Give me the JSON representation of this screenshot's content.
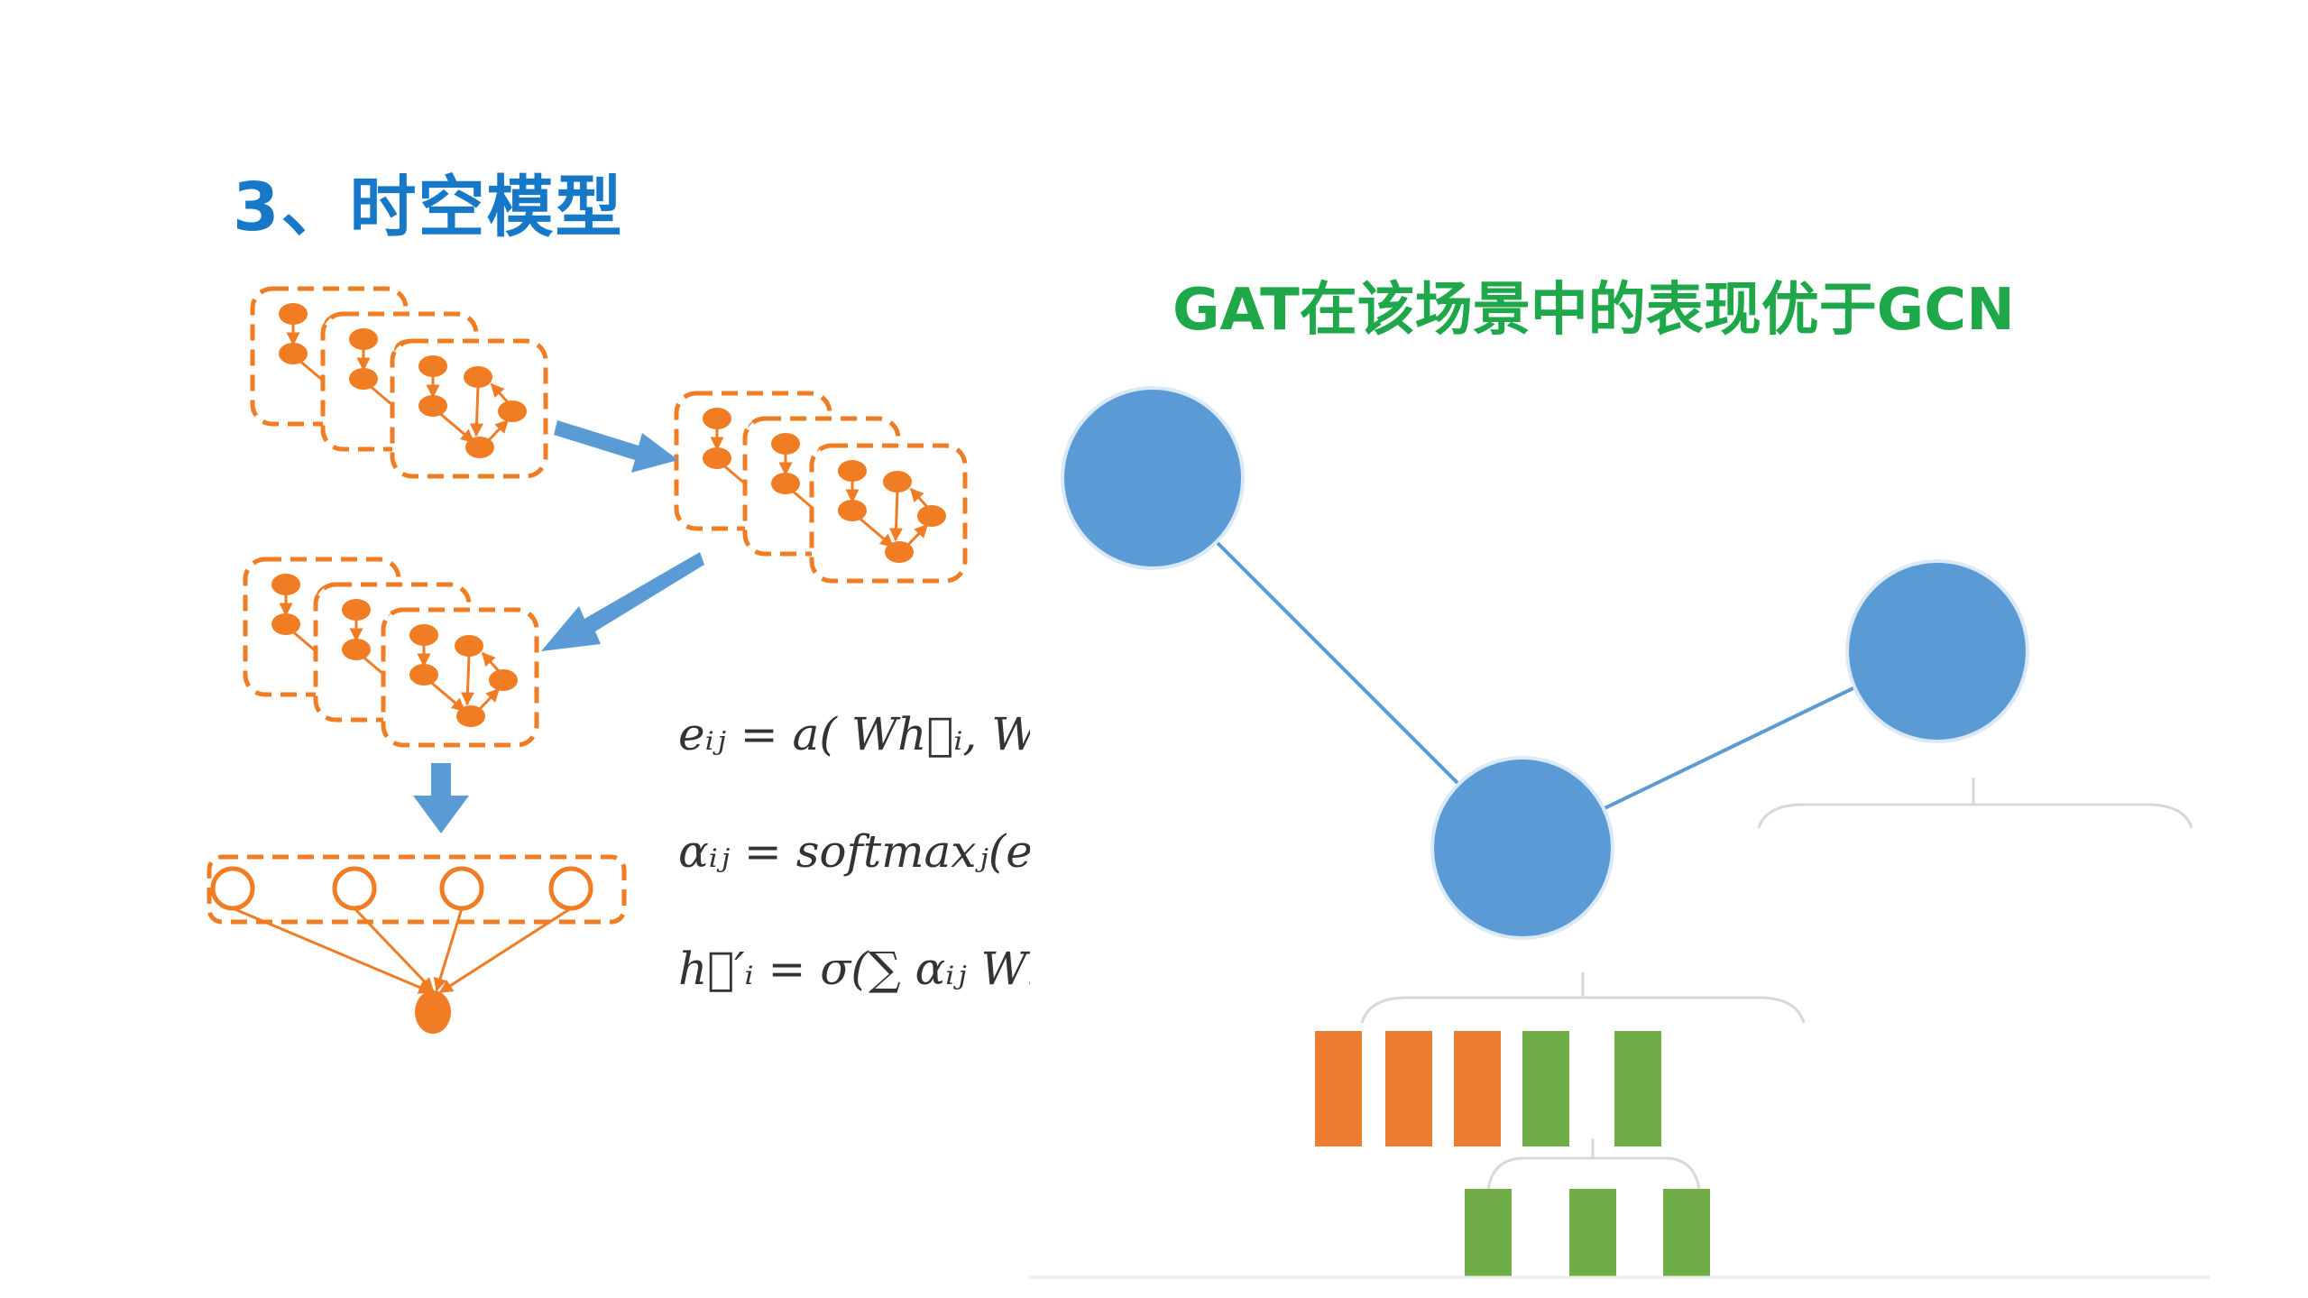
{
  "slide": {
    "title": "3、时空模型",
    "subtitle": "GAT在该场景中的表现优于GCN"
  },
  "formulas": {
    "eij": "eᵢⱼ = a( Wh⃗ᵢ, Wh⃗ⱼ)",
    "alpha": "αᵢⱼ = softmaxⱼ(eᵢⱼ)",
    "h": "h⃗′ᵢ = σ(∑ αᵢⱼ Wh⃗"
  },
  "colors": {
    "title": "#1878c8",
    "subtitle": "#1ea84a",
    "graph_orange": "#f07c23",
    "arrow_blue": "#5b9bd5",
    "node_blue": "#5b9bd5",
    "bar_orange": "#ed7d31",
    "bar_green": "#70ad47"
  }
}
